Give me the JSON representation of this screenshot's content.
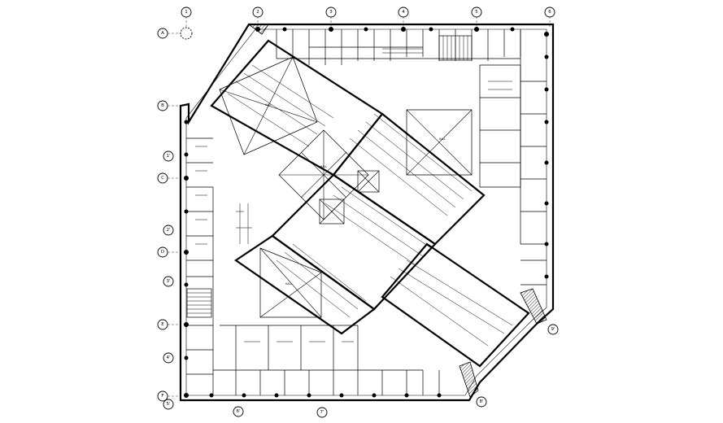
{
  "grid_bubbles_top": [
    "1",
    "2",
    "3",
    "4",
    "5",
    "6"
  ],
  "grid_bubbles_left": [
    "A",
    "B",
    "1'",
    "C",
    "2'",
    "D",
    "3'",
    "E",
    "4'",
    "F",
    "5'"
  ],
  "grid_bubbles_corner": [
    "6'",
    "7'",
    "8'",
    "9'"
  ],
  "large_hall_labels": [
    "HALL",
    "HALL",
    "HALL",
    "HALL"
  ]
}
